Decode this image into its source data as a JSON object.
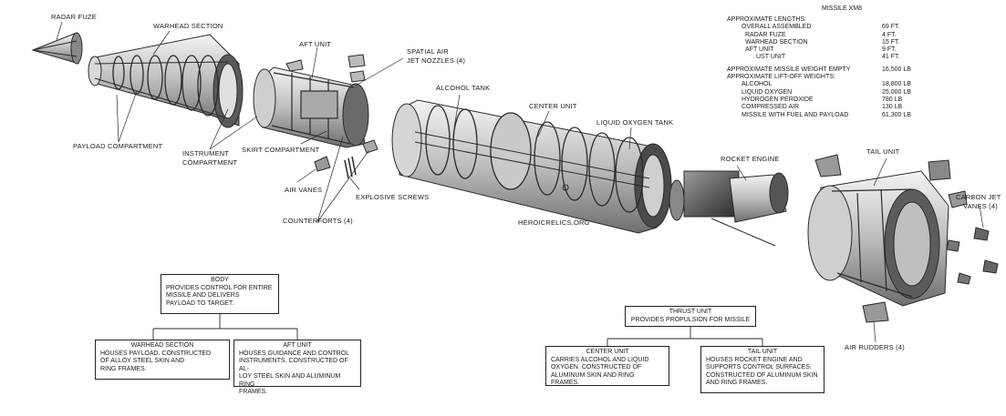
{
  "labels": {
    "radar_fuze": "RADAR FUZE",
    "warhead_section": "WARHEAD SECTION",
    "aft_unit": "AFT UNIT",
    "spatial_air": "SPATIAL AIR",
    "jet_nozzles": "JET NOZZLES (4)",
    "payload_compartment": "PAYLOAD COMPARTMENT",
    "instrument": "INSTRUMENT",
    "compartment": "COMPARTMENT",
    "skirt_compartment": "SKIRT COMPARTMENT",
    "air_vanes": "AIR VANES",
    "explosive_screws": "EXPLOSIVE SCREWS",
    "counterforts": "COUNTERFORTS (4)",
    "alcohol_tank": "ALCOHOL TANK",
    "center_unit": "CENTER UNIT",
    "liquid_oxygen_tank": "LIQUID OXYGEN TANK",
    "heroicrelics": "HEROICRELICS.ORG",
    "rocket_engine": "ROCKET ENGINE",
    "tail_unit": "TAIL UNIT",
    "carbon_jet": "CARBON JET",
    "vanes_4": "VANES (4)",
    "air_rudders": "AIR RUDDERS (4)"
  },
  "specs": {
    "title": "MISSILE XM8",
    "lengths_header": "APPROXIMATE LENGTHS:",
    "lengths": [
      {
        "name": "OVERALL ASSEMBLED",
        "value": "69 FT."
      },
      {
        "name": "RADAR FUZE",
        "value": "4 FT."
      },
      {
        "name": "WARHEAD SECTION",
        "value": "15 FT."
      },
      {
        "name": "AFT UNIT",
        "value": "9 FT."
      },
      {
        "name": "UST UNIT",
        "value": "41 FT."
      }
    ],
    "weight_empty": {
      "name": "APPROXIMATE MISSILE WEIGHT EMPTY",
      "value": "16,500 LB"
    },
    "liftoff_header": "APPROXIMATE LIFT-OFF WEIGHTS:",
    "weights": [
      {
        "name": "ALCOHOL",
        "value": "18,800 LB"
      },
      {
        "name": "LIQUID OXYGEN",
        "value": "25,000 LB"
      },
      {
        "name": "HYDROGEN PEROXIDE",
        "value": "780 LB"
      },
      {
        "name": "COMPRESSED AIR",
        "value": "130 LB"
      },
      {
        "name": "MISSILE WITH FUEL AND PAYLOAD",
        "value": "61,300 LB"
      }
    ]
  },
  "boxes": {
    "body": {
      "title": "BODY",
      "lines": [
        "PROVIDES CONTROL FOR ENTIRE",
        "MISSILE AND DELIVERS",
        "PAYLOAD TO TARGET."
      ]
    },
    "warhead": {
      "title": "WARHEAD SECTION",
      "lines": [
        "HOUSES PAYLOAD.  CONSTRUCTED",
        "OF ALLOY STEEL SKIN AND",
        "RING FRAMES."
      ]
    },
    "aft": {
      "title": "AFT UNIT",
      "lines": [
        "HOUSES GUIDANCE AND CONTROL",
        "INSTRUMENTS.  CONSTRUCTED OF AL-",
        "LOY STEEL SKIN AND ALUMINUM RING",
        "FRAMES."
      ]
    },
    "thrust": {
      "title": "THRUST UNIT",
      "lines": [
        "PROVIDES PROPULSION FOR MISSILE"
      ]
    },
    "center": {
      "title": "CENTER UNIT",
      "lines": [
        "CARRIES ALCOHOL AND LIQUID",
        "OXYGEN.  CONSTRUCTED OF",
        "ALUMINUM SKIN AND RING FRAMES."
      ]
    },
    "tail": {
      "title": "TAIL UNIT",
      "lines": [
        "HOUSES ROCKET ENGINE AND",
        "SUPPORTS CONTROL SURFACES.",
        "CONSTRUCTED OF ALUMINUM SKIN",
        "AND RING FRAMES."
      ]
    }
  }
}
